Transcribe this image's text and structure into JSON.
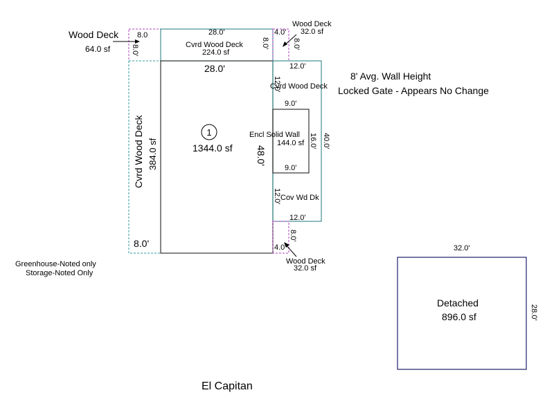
{
  "sketch": {
    "wood_deck_tl": {
      "label": "Wood Deck",
      "area": "64.0 sf",
      "dim_w": "8.0",
      "dim_h": "8.0'"
    },
    "cvrd_deck_top": {
      "label": "Cvrd Wood Deck",
      "area": "224.0 sf",
      "dim_w": "28.0'",
      "dim_h": "8.0'"
    },
    "wood_deck_tr": {
      "label": "Wood Deck",
      "area": "32.0 sf",
      "dim_w": "4.0'",
      "dim_h": "8.0'"
    },
    "main_house": {
      "number": "1",
      "area": "1344.0 sf",
      "dim_w": "28.0'",
      "dim_h": "48.0'"
    },
    "cvrd_deck_left": {
      "label": "Cvrd Wood Deck",
      "area": "384.0 sf",
      "dim_w": "8.0'"
    },
    "right_addition": {
      "dim_outer_w": "12.0'",
      "dim_outer_h": "40.0'",
      "deck_top_label": "Cvrd Wood Deck",
      "deck_top_dim": "12.0'",
      "encl_label": "Encl Solid Wall",
      "encl_area": "144.0 sf",
      "encl_dim_w": "9.0'",
      "encl_dim_h": "16.0'",
      "deck_bottom_label": "Cov Wd Dk",
      "deck_bottom_dim": "12.0'",
      "dim_bottom_w": "12.0'"
    },
    "wood_deck_br": {
      "label": "Wood Deck",
      "area": "32.0 sf",
      "dim_w": "4.0'",
      "dim_h": "8.0'"
    },
    "detached": {
      "label": "Detached",
      "area": "896.0 sf",
      "dim_w": "32.0'",
      "dim_h": "28.0'"
    }
  },
  "notes": {
    "wall_height": "8' Avg. Wall Height",
    "gate": "Locked Gate - Appears No Change",
    "greenhouse": "Greenhouse-Noted only",
    "storage": "Storage-Noted Only"
  },
  "caption": "El Capitan",
  "colors": {
    "main": "#333333",
    "teal": "#2f8585",
    "navy": "#1f1f6b",
    "dash_purple": "#b040c0",
    "dash_teal": "#2f9a9a"
  }
}
